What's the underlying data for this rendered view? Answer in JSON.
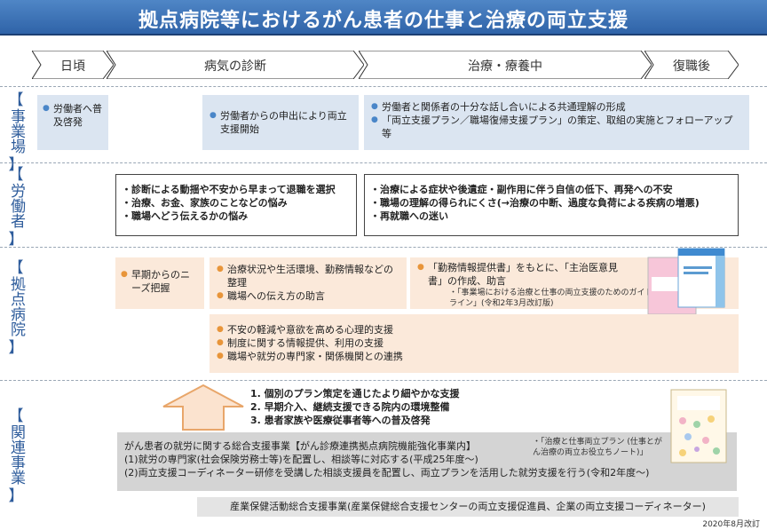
{
  "title": "拠点病院等におけるがん患者の仕事と治療の両立支援",
  "phases": [
    "日頃",
    "病気の診断",
    "治療・療養中",
    "復職後"
  ],
  "rows": {
    "employer": "事業場",
    "worker": "労働者",
    "hospital": "拠点病院",
    "related": "関連事業"
  },
  "employer": {
    "box1": "労働者へ普及啓発",
    "box2": "労働者からの申出により両立支援開始",
    "box3_items": [
      "労働者と関係者の十分な話し合いによる共通理解の形成",
      "「両立支援プラン／職場復帰支援プラン」の策定、取組の実施とフォローアップ等"
    ]
  },
  "worker": {
    "left_items": [
      "・診断による動揺や不安から早まって退職を選択",
      "・治療、お金、家族のことなどの悩み",
      "・職場へどう伝えるかの悩み"
    ],
    "right_items": [
      "・治療による症状や後遺症・副作用に伴う自信の低下、再発への不安",
      "・職場の理解の得られにくさ(→治療の中断、過度な負荷による疾病の増悪)",
      "・再就職への迷い"
    ]
  },
  "hospital": {
    "box1": "早期からのニーズ把握",
    "box2_items": [
      "治療状況や生活環境、勤務情報などの整理",
      "職場への伝え方の助言"
    ],
    "box3": "「勤務情報提供書」をもとに、「主治医意見書」の作成、助言",
    "box3_note": "・「事業場における治療と仕事の両立支援のためのガイドライン」(令和2年3月改訂版)",
    "box4_items": [
      "不安の軽減や意欲を高める心理的支援",
      "制度に関する情報提供、利用の支援",
      "職場や就労の専門家・関係機関との連携"
    ]
  },
  "related": {
    "arrow_items": [
      "1. 個別のプラン策定を通じたより細やかな支援",
      "2. 早期介入、継続支援できる院内の環境整備",
      "3. 患者家族や医療従事者等への普及啓発"
    ],
    "notebook_note": "・「治療と仕事両立プラン (仕事とがん治療の両立お役立ちノート)」",
    "main_lines": [
      "がん患者の就労に関する総合支援事業【がん診療連携拠点病院機能強化事業内】",
      "(1)就労の専門家(社会保険労務士等)を配置し、相談等に対応する(平成25年度～)",
      "(2)両立支援コーディネーター研修を受講した相談支援員を配置し、両立プランを活用した就労支援を行う(令和2年度～)"
    ],
    "bottom_box": "産業保健活動総合支援事業(産業保健総合支援センターの両立支援促進員、企業の両立支援コーディネーター)"
  },
  "footer": "2020年8月改訂",
  "colors": {
    "title_bg": "#2f63a8",
    "label": "#2f5d9c",
    "blue_box": "#dbe5f1",
    "peach_box": "#fbe9da",
    "bullet_blue": "#4a86c8",
    "bullet_orange": "#e8953a"
  }
}
